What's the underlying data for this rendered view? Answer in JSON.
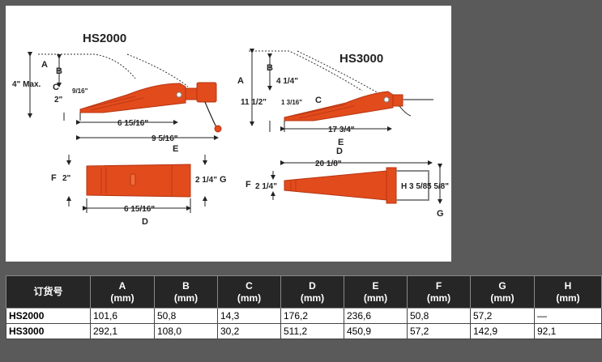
{
  "figure": {
    "hs2000": {
      "title": "HS2000",
      "side": {
        "letters": {
          "A": "A",
          "B": "B",
          "C": "C",
          "E": "E"
        },
        "max_height": "4\" Max.",
        "c_label": "2\"",
        "fraction": "9/16\"",
        "length1": "6 15/16\"",
        "length2": "9 5/16\""
      },
      "top": {
        "letters": {
          "F": "F",
          "G": "G",
          "D": "D"
        },
        "width_front": "2\"",
        "width_back": "2 1/4\"",
        "length": "6 15/16\""
      }
    },
    "hs3000": {
      "title": "HS3000",
      "side": {
        "letters": {
          "A": "A",
          "B": "B",
          "C": "C",
          "E": "E"
        },
        "height_a": "11 1/2\"",
        "height_b": "4 1/4\"",
        "c_label": "1 3/16\"",
        "length": "17 3/4\""
      },
      "top": {
        "letters": {
          "F": "F",
          "G": "G",
          "D": "D"
        },
        "width_front": "2 1/4\"",
        "handle": "H 3 5/8\"",
        "width_back": "5 5/8\"",
        "length": "20 1/8\""
      }
    }
  },
  "table": {
    "headers": [
      {
        "name": "订货号",
        "unit": ""
      },
      {
        "name": "A",
        "unit": "(mm)"
      },
      {
        "name": "B",
        "unit": "(mm)"
      },
      {
        "name": "C",
        "unit": "(mm)"
      },
      {
        "name": "D",
        "unit": "(mm)"
      },
      {
        "name": "E",
        "unit": "(mm)"
      },
      {
        "name": "F",
        "unit": "(mm)"
      },
      {
        "name": "G",
        "unit": "(mm)"
      },
      {
        "name": "H",
        "unit": "(mm)"
      }
    ],
    "rows": [
      [
        "HS2000",
        "101,6",
        "50,8",
        "14,3",
        "176,2",
        "236,6",
        "50,8",
        "57,2",
        "—"
      ],
      [
        "HS3000",
        "292,1",
        "108,0",
        "30,2",
        "511,2",
        "450,9",
        "57,2",
        "142,9",
        "92,1"
      ]
    ]
  },
  "colors": {
    "tool_body": "#e24b1c",
    "tool_dark": "#b53512",
    "background": "#5a5a5a",
    "header_bg": "#262626"
  }
}
